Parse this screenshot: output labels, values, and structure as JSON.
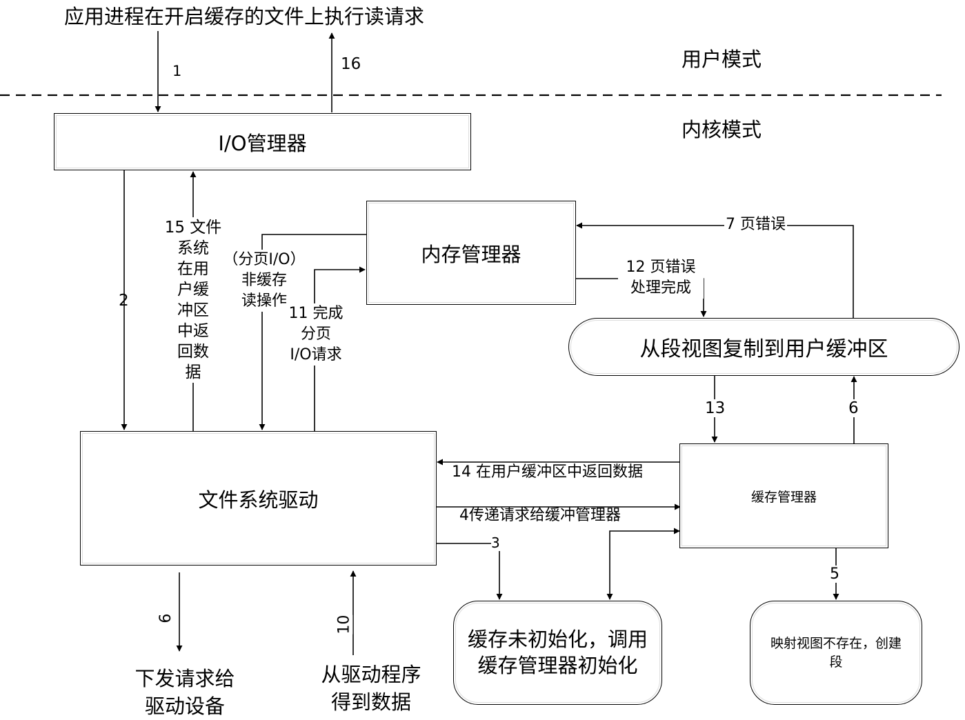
{
  "header": {
    "top_request": "应用进程在开启缓存的文件上执行读请求",
    "user_mode": "用户模式",
    "kernel_mode": "内核模式"
  },
  "boxes": {
    "io_manager": "I/O管理器",
    "memory_manager": "内存管理器",
    "copy_view": "从段视图复制到用户缓冲区",
    "fs_driver": "文件系统驱动",
    "cache_manager": "缓存管理器",
    "cache_init": [
      "缓存未初始化，调用",
      "缓存管理器初始化"
    ],
    "map_view": [
      "映射视图不存在，创建",
      "段"
    ]
  },
  "labels": {
    "s1": "1",
    "s16": "16",
    "s2": "2",
    "s15": [
      "15 文件",
      "系统",
      "在用",
      "户缓",
      "冲区",
      "中返",
      "回数",
      "据"
    ],
    "paging_read": [
      "（分页I/O）",
      "非缓存",
      "读操作"
    ],
    "s11": [
      "11 完成",
      "分页",
      "I/O请求"
    ],
    "s7": "7 页错误",
    "s12": [
      "12 页错误",
      "处理完成"
    ],
    "s13": "13",
    "s6": "6",
    "s14": "14 在用户缓冲区中返回数据",
    "s4": "4传递请求给缓冲管理器",
    "s3": "3",
    "s5": "5",
    "s9": "9",
    "s10": "10",
    "send_down": [
      "下发请求给",
      "驱动设备"
    ],
    "from_driver": [
      "从驱动程序",
      "得到数据"
    ]
  }
}
